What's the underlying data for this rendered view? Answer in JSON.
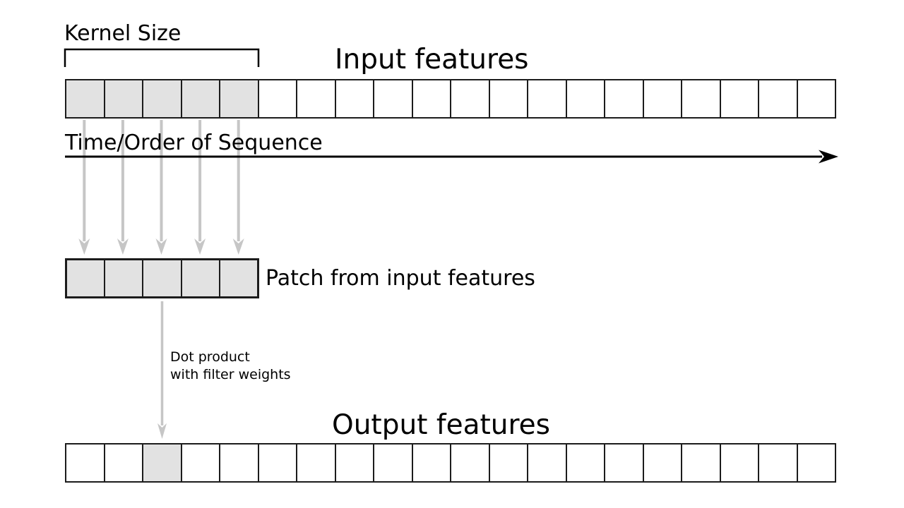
{
  "labels": {
    "kernel": "Kernel Size",
    "input_title": "Input features",
    "time": "Time/Order of Sequence",
    "patch": "Patch from input features",
    "dot_line1": "Dot product",
    "dot_line2": "with filter weights",
    "output_title": "Output features"
  },
  "input_row": {
    "num_cells": 20,
    "highlighted": [
      0,
      1,
      2,
      3,
      4
    ]
  },
  "patch_row": {
    "num_cells": 5,
    "highlighted": [
      0,
      1,
      2,
      3,
      4
    ]
  },
  "output_row": {
    "num_cells": 20,
    "highlighted": [
      2
    ]
  },
  "colors": {
    "background": "#ffffff",
    "ink": "#000000",
    "border": "#1c1c1c",
    "cell_fill": "#e2e2e2",
    "arrow_gray": "#c6c6c6"
  }
}
